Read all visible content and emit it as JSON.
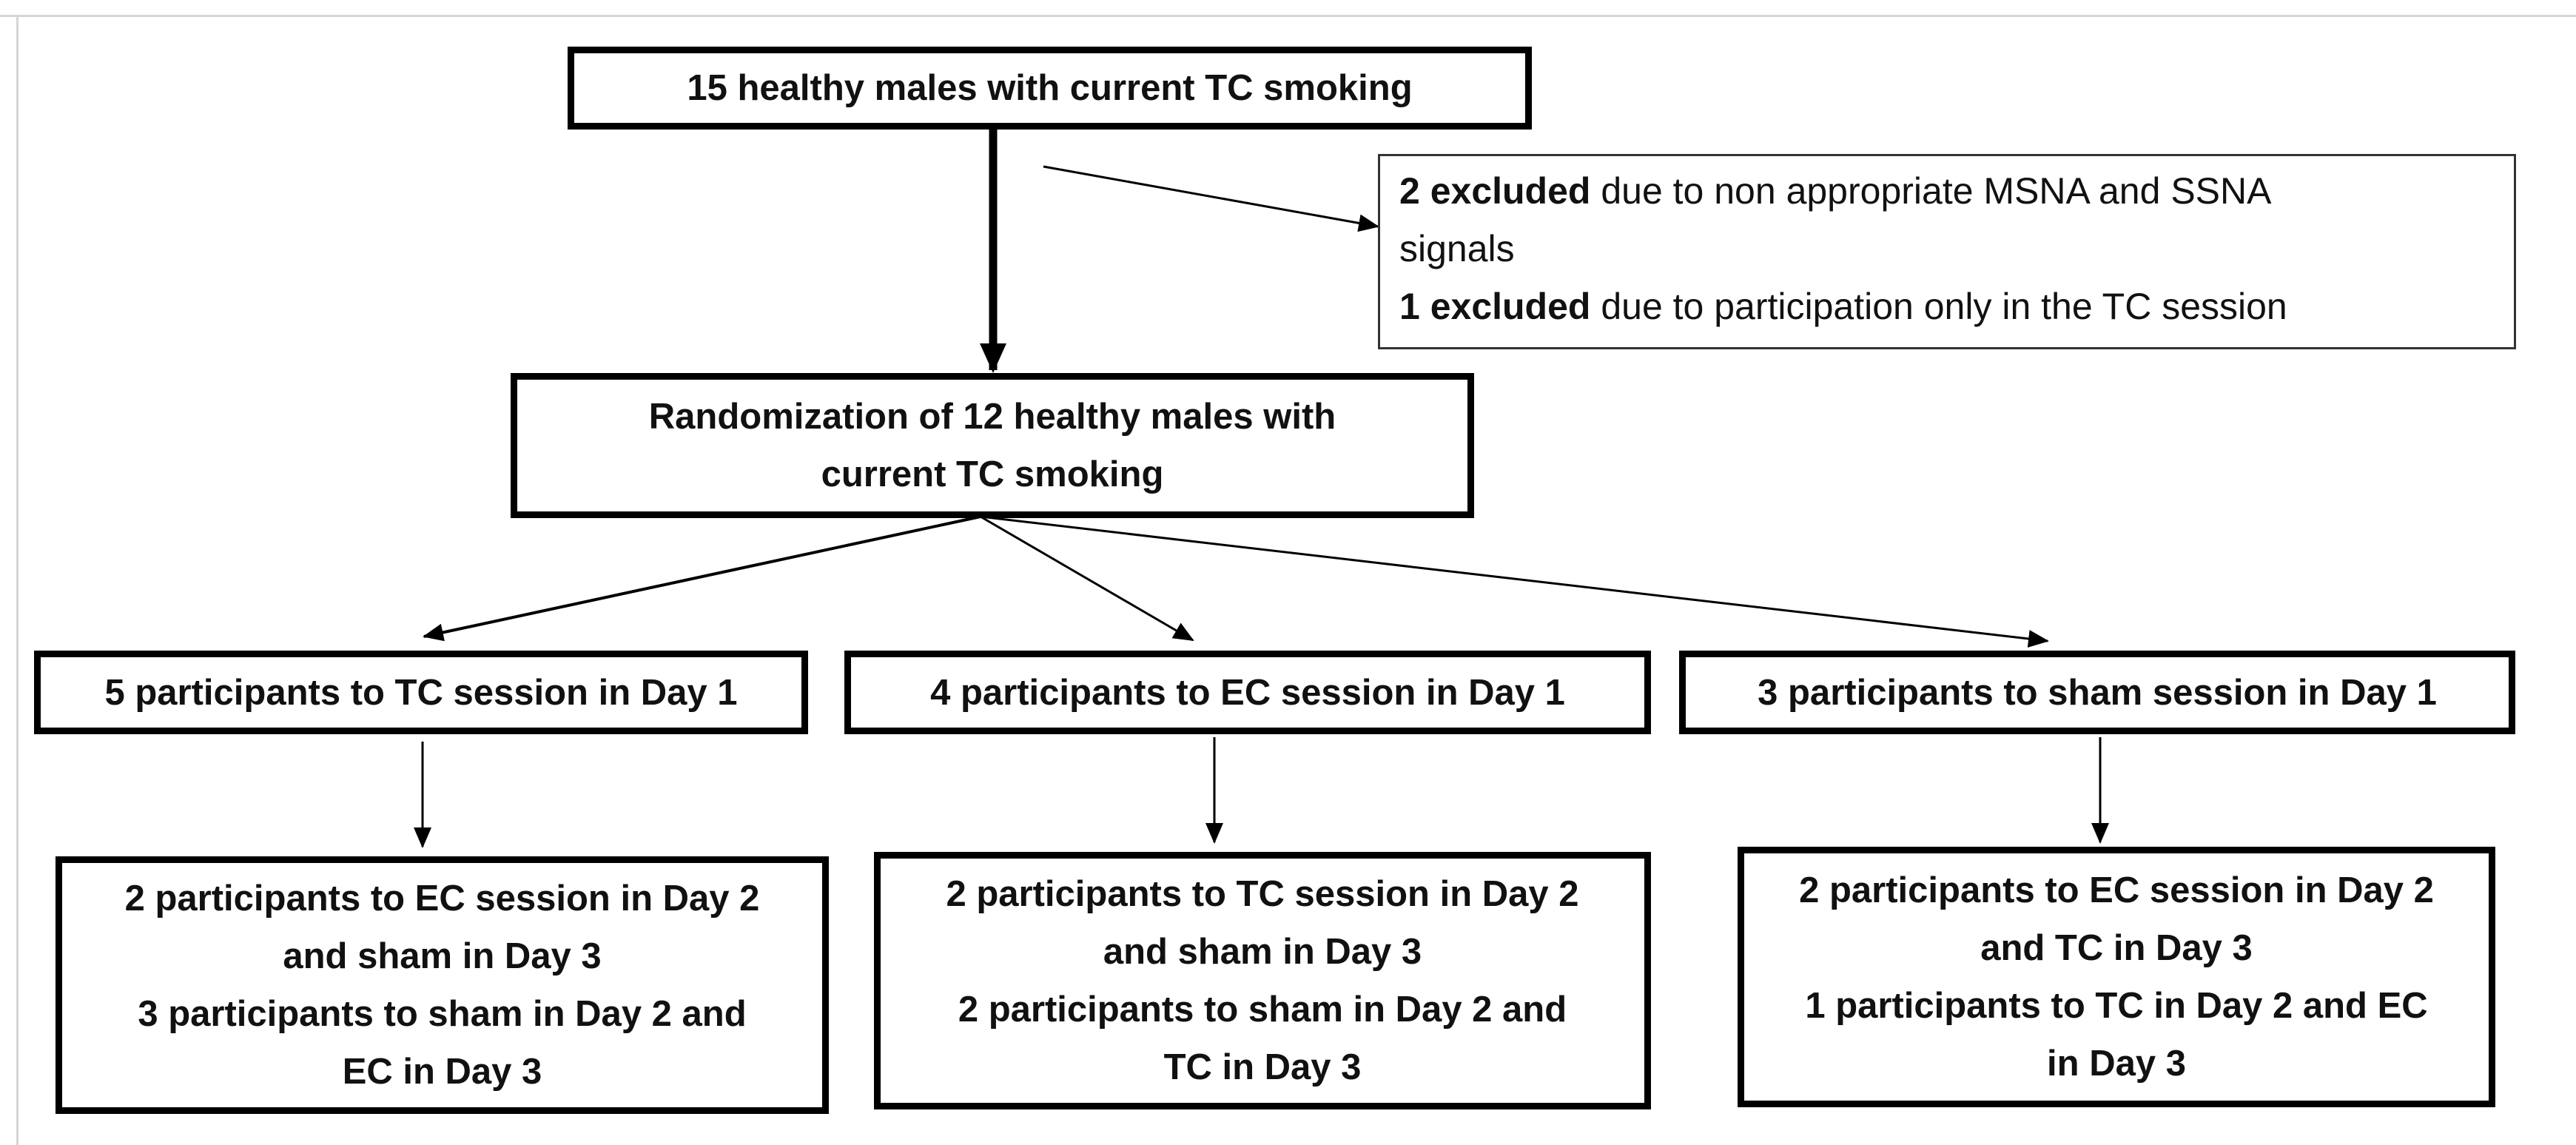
{
  "top_box": {
    "line1": "15 healthy males with current TC smoking"
  },
  "exclusion_note": {
    "line1_bold": "2 excluded",
    "line1_rest": " due to non appropriate MSNA and SSNA",
    "line2": "signals",
    "line3_bold": "1 excluded",
    "line3_rest": " due to participation only in the TC session"
  },
  "randomization_box": {
    "line1": "Randomization of 12 healthy males with",
    "line2": "current TC smoking"
  },
  "day1_boxes": [
    {
      "line1": "5 participants to TC session  in Day 1"
    },
    {
      "line1": "4 participants to EC session  in Day 1"
    },
    {
      "line1": "3 participants to sham session  in Day 1"
    }
  ],
  "day23_boxes": [
    {
      "line1": "2 participants to EC session  in Day 2",
      "line2": "and sham in Day 3",
      "line3": "3 participants to sham in Day 2 and",
      "line4": "EC in Day 3"
    },
    {
      "line1": "2 participants to TC session  in Day 2",
      "line2": "and sham in Day 3",
      "line3": "2 participants to sham in Day 2 and",
      "line4": "TC in Day 3"
    },
    {
      "line1": "2 participants to EC session  in Day 2",
      "line2": "and TC in Day 3",
      "line3": "1 participants to TC in Day 2 and EC",
      "line4": "in Day 3"
    }
  ],
  "colors": {
    "box_border": "#000000",
    "note_border": "#333333",
    "frame": "#d6d6d6",
    "text": "#111111"
  }
}
